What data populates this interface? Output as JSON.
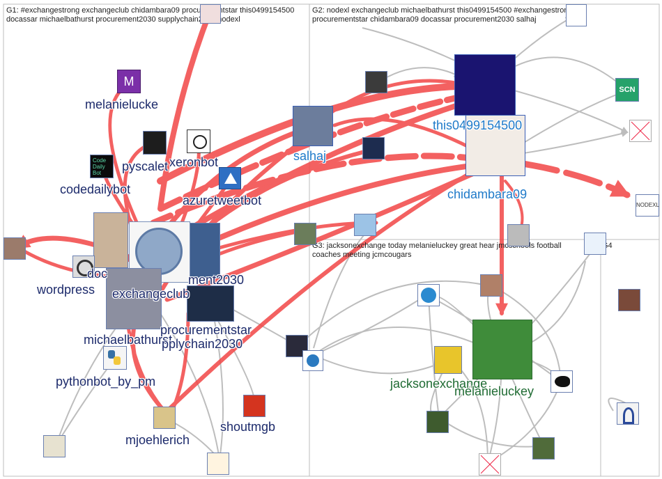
{
  "groups": {
    "g1": "G1: #exchangestrong exchangeclub chidambara09 procurementstar this0499154500 docassar michaelbathurst procurement2030 supplychain2030 nodexl",
    "g2": "G2: nodexl exchangeclub michaelbathurst this0499154500 #exchangestrong procurementstar chidambara09 docassar procurement2030 salhaj",
    "g3": "G3: jacksonexchange today melanieluckey great hear jmcschools football coaches meeting jcmcougars",
    "g4": "G4"
  },
  "labels": {
    "melanielucke": "melanielucke",
    "pyscaleto": "pyscalet",
    "xeronbot": "xeronbot",
    "codedailybot": "codedailybot",
    "azuretweetbot": "azuretweetbot",
    "salhaj": "salhaj",
    "this0499154500": "this0499154500",
    "chidambara09": "chidambara09",
    "docassar": "doc",
    "wordpress": "wordpress",
    "exchangeclub": "exchangeclub",
    "procurement2030": "ment2030",
    "procurementstar": "procurementstar",
    "michaelbathurst": "michaelbathurst",
    "supplychain2030": "pplychain2030",
    "pythonbot": "pythonbot_by_pm",
    "shoutmgb": "shoutmgb",
    "mjoehlerich": "mjoehlerich",
    "jacksonexchange": "jacksonexchange",
    "melanieluckey": "melanieluckey"
  },
  "icons": {
    "m_avatar": "M",
    "codedaily": "Code Daily Bot",
    "scn": "SCN",
    "nodexl": "NODEXL"
  },
  "colors": {
    "edge_red": "#f24646",
    "edge_gray": "#bdbdbd",
    "g1_label": "#1c2a6b",
    "g2_label": "#1f7ac9",
    "g3_label": "#1f6b33"
  }
}
